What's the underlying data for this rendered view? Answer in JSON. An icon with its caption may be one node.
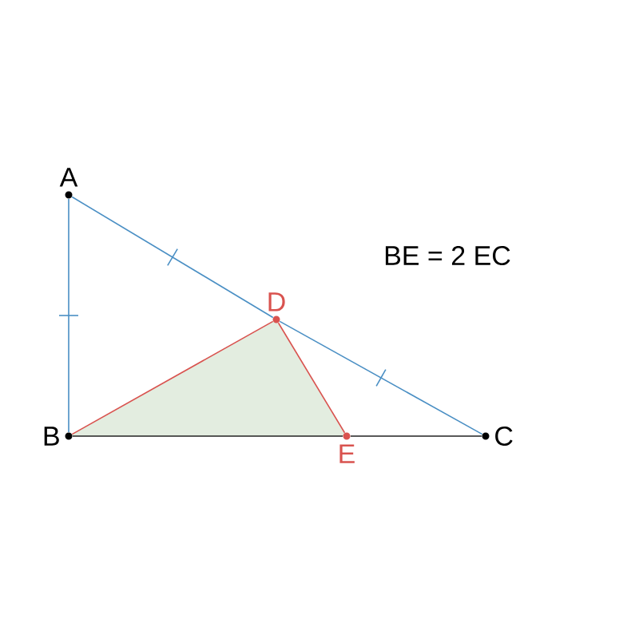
{
  "diagram": {
    "nodes": [
      {
        "text": [
          "A"
        ]
      },
      {
        "text": [
          "B"
        ]
      },
      {
        "text": [
          "C"
        ]
      },
      {
        "text": [
          "D"
        ]
      },
      {
        "text": [
          "E"
        ]
      }
    ],
    "edges": [
      {
        "from": 0,
        "to": 1,
        "arrow": "none",
        "color": "#4a8fc4"
      },
      {
        "from": 0,
        "to": 3,
        "arrow": "none",
        "color": "#4a8fc4"
      },
      {
        "from": 3,
        "to": 2,
        "arrow": "none",
        "color": "#4a8fc4"
      },
      {
        "from": 1,
        "to": 4,
        "arrow": "none",
        "color": "#222222"
      },
      {
        "from": 4,
        "to": 2,
        "arrow": "none",
        "color": "#222222"
      },
      {
        "from": 1,
        "to": 3,
        "arrow": "none",
        "color": "#d9534f"
      },
      {
        "from": 3,
        "to": 4,
        "arrow": "none",
        "color": "#d9534f"
      }
    ],
    "labels": [
      "BE = 2 EC"
    ]
  }
}
